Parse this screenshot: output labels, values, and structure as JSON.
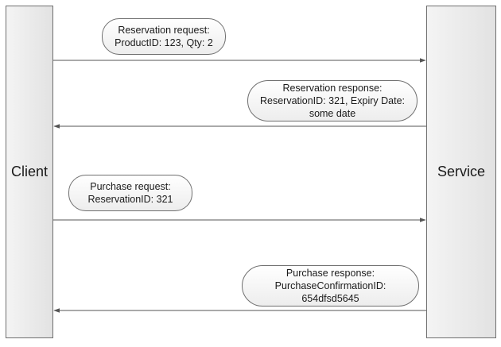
{
  "lanes": {
    "client": "Client",
    "service": "Service"
  },
  "messages": [
    {
      "direction": "client-to-service",
      "lines": [
        "Reservation request:",
        "ProductID: 123, Qty: 2"
      ]
    },
    {
      "direction": "service-to-client",
      "lines": [
        "Reservation response:",
        "ReservationID: 321, Expiry Date:",
        "some date"
      ]
    },
    {
      "direction": "client-to-service",
      "lines": [
        "Purchase request:",
        "ReservationID: 321"
      ]
    },
    {
      "direction": "service-to-client",
      "lines": [
        "Purchase response:",
        "PurchaseConfirmationID:",
        "654dfsd5645"
      ]
    }
  ],
  "colors": {
    "arrow": "#555555",
    "border": "#6f6f6f"
  }
}
